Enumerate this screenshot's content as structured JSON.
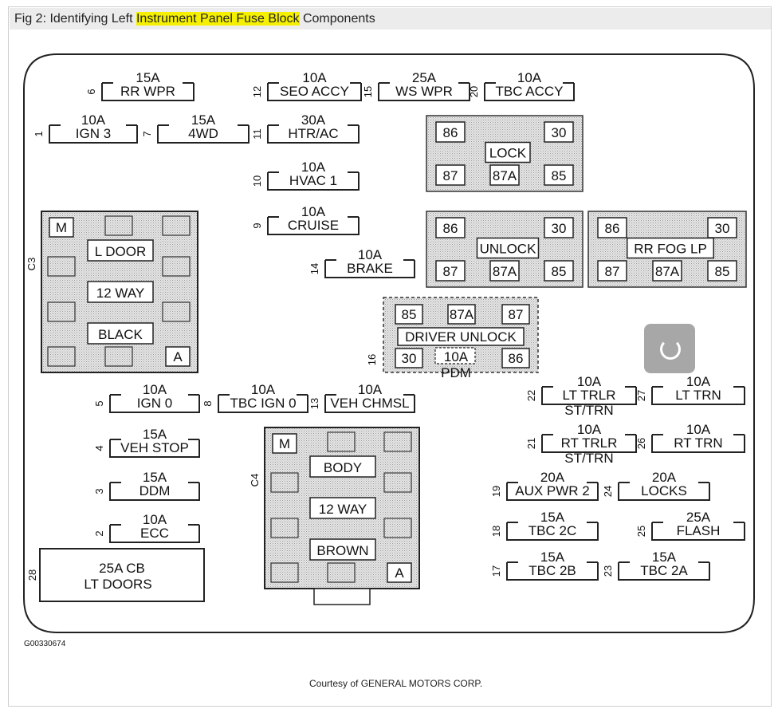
{
  "caption": {
    "prefix": "Fig 2: Identifying Left ",
    "highlight": "Instrument Panel Fuse Block",
    "suffix": " Components"
  },
  "courtesy": "Courtesy of GENERAL MOTORS CORP.",
  "figure_id": "G00330674",
  "fuses": [
    {
      "num": "6",
      "amp": "15A",
      "name": "RR WPR"
    },
    {
      "num": "12",
      "amp": "10A",
      "name": "SEO ACCY"
    },
    {
      "num": "15",
      "amp": "25A",
      "name": "WS WPR"
    },
    {
      "num": "20",
      "amp": "10A",
      "name": "TBC ACCY"
    },
    {
      "num": "1",
      "amp": "10A",
      "name": "IGN 3"
    },
    {
      "num": "7",
      "amp": "15A",
      "name": "4WD"
    },
    {
      "num": "11",
      "amp": "30A",
      "name": "HTR/AC"
    },
    {
      "num": "10",
      "amp": "10A",
      "name": "HVAC 1"
    },
    {
      "num": "9",
      "amp": "10A",
      "name": "CRUISE"
    },
    {
      "num": "14",
      "amp": "10A",
      "name": "BRAKE"
    },
    {
      "num": "5",
      "amp": "10A",
      "name": "IGN 0"
    },
    {
      "num": "8",
      "amp": "10A",
      "name": "TBC IGN 0"
    },
    {
      "num": "13",
      "amp": "10A",
      "name": "VEH CHMSL"
    },
    {
      "num": "4",
      "amp": "15A",
      "name": "VEH STOP"
    },
    {
      "num": "3",
      "amp": "15A",
      "name": "DDM"
    },
    {
      "num": "2",
      "amp": "10A",
      "name": "ECC"
    },
    {
      "num": "22",
      "amp": "10A",
      "name": "LT TRLR",
      "name2": "ST/TRN"
    },
    {
      "num": "27",
      "amp": "10A",
      "name": "LT TRN"
    },
    {
      "num": "21",
      "amp": "10A",
      "name": "RT TRLR",
      "name2": "ST/TRN"
    },
    {
      "num": "26",
      "amp": "10A",
      "name": "RT TRN"
    },
    {
      "num": "19",
      "amp": "20A",
      "name": "AUX PWR 2"
    },
    {
      "num": "24",
      "amp": "20A",
      "name": "LOCKS"
    },
    {
      "num": "18",
      "amp": "15A",
      "name": "TBC 2C"
    },
    {
      "num": "25",
      "amp": "25A",
      "name": "FLASH"
    },
    {
      "num": "17",
      "amp": "15A",
      "name": "TBC 2B"
    },
    {
      "num": "23",
      "amp": "15A",
      "name": "TBC 2A"
    }
  ],
  "circuit_breaker": {
    "num": "28",
    "line1": "25A CB",
    "line2": "LT DOORS"
  },
  "relays": [
    {
      "name": "LOCK",
      "pins": [
        "86",
        "30",
        "87",
        "87A",
        "85"
      ]
    },
    {
      "name": "UNLOCK",
      "pins": [
        "86",
        "30",
        "87",
        "87A",
        "85"
      ]
    },
    {
      "name": "RR FOG LP",
      "pins": [
        "86",
        "30",
        "87",
        "87A",
        "85"
      ]
    }
  ],
  "driver_unlock": {
    "num": "16",
    "name": "DRIVER UNLOCK",
    "pins": [
      "85",
      "87A",
      "87",
      "30",
      "86"
    ],
    "pdm_amp": "10A",
    "pdm_label": "PDM"
  },
  "connectors": [
    {
      "id": "C3",
      "m": "M",
      "a": "A",
      "labels": [
        "L DOOR",
        "12 WAY",
        "BLACK"
      ]
    },
    {
      "id": "C4",
      "m": "M",
      "a": "A",
      "labels": [
        "BODY",
        "12 WAY",
        "BROWN"
      ]
    }
  ]
}
